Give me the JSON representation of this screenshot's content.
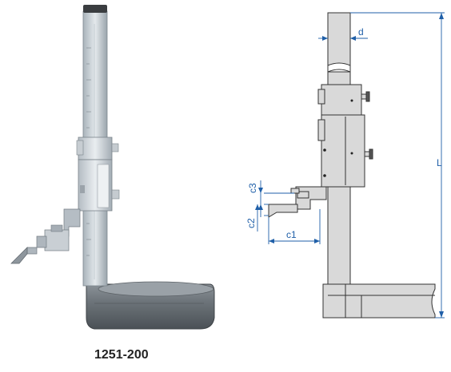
{
  "product": {
    "model_code": "1251-200"
  },
  "drawing": {
    "labels": {
      "d": "d",
      "c1": "c1",
      "c2": "c2",
      "c3": "c3",
      "L": "L"
    }
  },
  "colors": {
    "dimension_blue": "#1f5fa8",
    "outline": "#333333",
    "fill_gray": "#d9d9d9"
  }
}
